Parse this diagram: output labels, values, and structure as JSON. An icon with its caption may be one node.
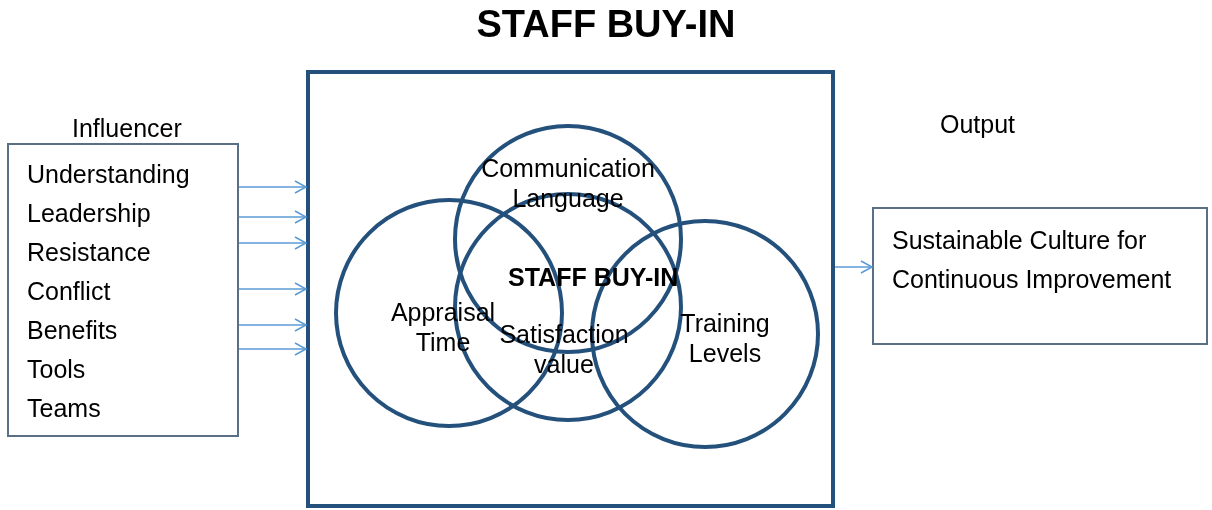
{
  "diagram": {
    "title": "STAFF BUY-IN",
    "nodes": [
      {
        "text": [
          "Influencer",
          "Understanding",
          "Leadership",
          "Resistance",
          "Conflict",
          "Benefits",
          "Tools",
          "Teams"
        ]
      },
      {
        "text": [],
        "shape": "box"
      },
      {
        "text": [
          "Communication Language"
        ],
        "in": 1
      },
      {
        "text": [
          "Appraisal Time"
        ],
        "in": 1
      },
      {
        "text": [
          "Satisfaction value"
        ],
        "in": 1
      },
      {
        "text": [
          "Training Levels"
        ],
        "in": 1
      },
      {
        "text": [
          "Output",
          "Sustainable Culture for Continuous Improvement"
        ]
      }
    ],
    "edges": [
      {
        "from": 0,
        "to": 1,
        "arrow": "to"
      },
      {
        "from": 0,
        "to": 1,
        "arrow": "to"
      },
      {
        "from": 0,
        "to": 1,
        "arrow": "to"
      },
      {
        "from": 0,
        "to": 1,
        "arrow": "to"
      },
      {
        "from": 0,
        "to": 1,
        "arrow": "to"
      },
      {
        "from": 0,
        "to": 1,
        "arrow": "to"
      },
      {
        "from": 1,
        "to": 6,
        "arrow": "to"
      }
    ],
    "labels": [
      "STAFF BUY-IN"
    ]
  }
}
